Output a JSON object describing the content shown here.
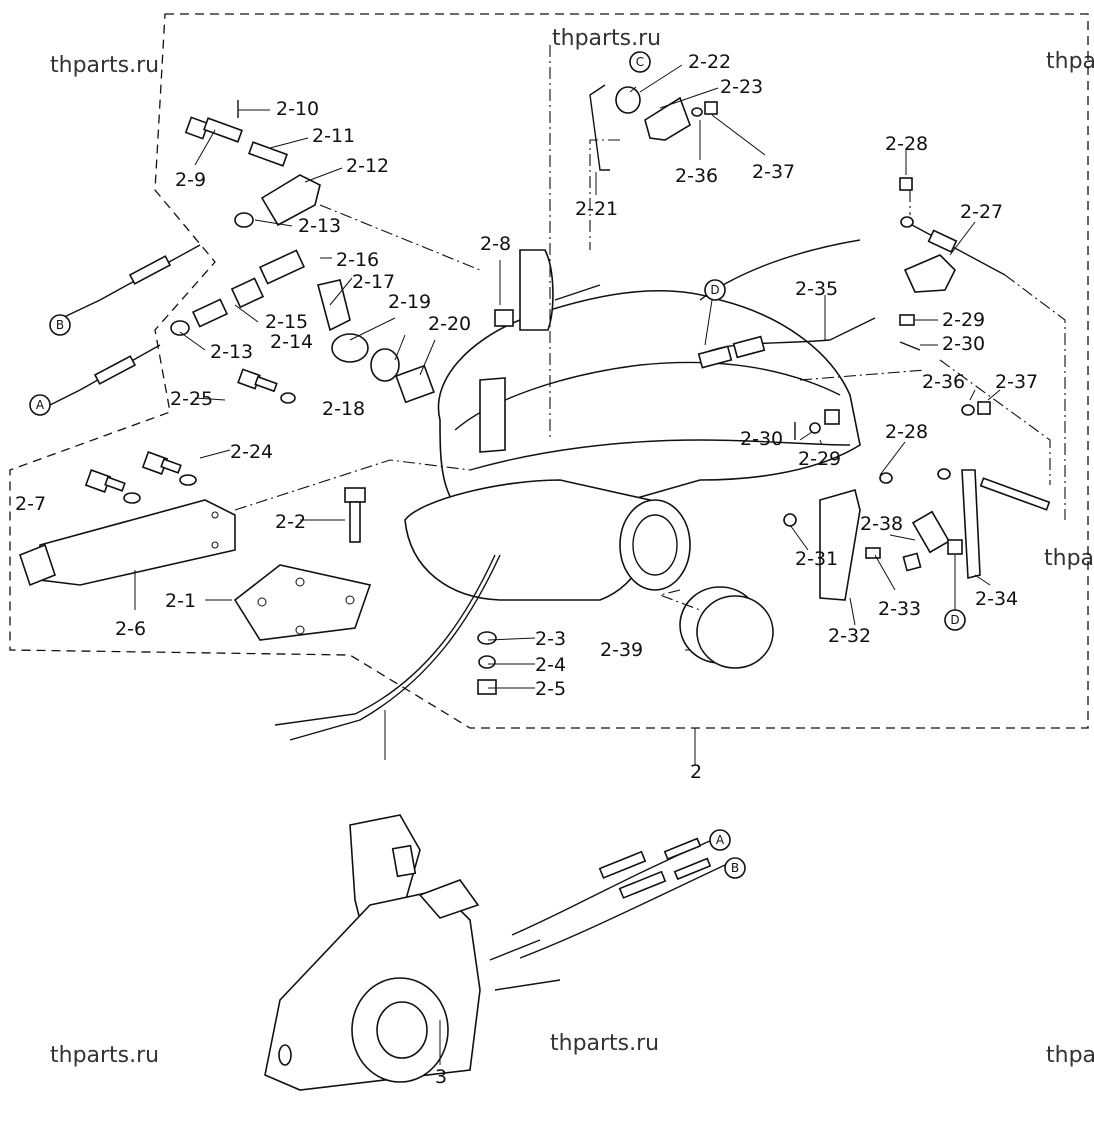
{
  "watermark": "thparts.ru",
  "callouts": {
    "c_2_1": "2-1",
    "c_2_2": "2-2",
    "c_2_3": "2-3",
    "c_2_4": "2-4",
    "c_2_5": "2-5",
    "c_2_6": "2-6",
    "c_2_7": "2-7",
    "c_2_8": "2-8",
    "c_2_9": "2-9",
    "c_2_10": "2-10",
    "c_2_11": "2-11",
    "c_2_12": "2-12",
    "c_2_13a": "2-13",
    "c_2_13b": "2-13",
    "c_2_14": "2-14",
    "c_2_15": "2-15",
    "c_2_16": "2-16",
    "c_2_17": "2-17",
    "c_2_18": "2-18",
    "c_2_19": "2-19",
    "c_2_20": "2-20",
    "c_2_21": "2-21",
    "c_2_22": "2-22",
    "c_2_23": "2-23",
    "c_2_24": "2-24",
    "c_2_25": "2-25",
    "c_2_27": "2-27",
    "c_2_28a": "2-28",
    "c_2_28b": "2-28",
    "c_2_29a": "2-29",
    "c_2_29b": "2-29",
    "c_2_30a": "2-30",
    "c_2_30b": "2-30",
    "c_2_31": "2-31",
    "c_2_32": "2-32",
    "c_2_33": "2-33",
    "c_2_34": "2-34",
    "c_2_35": "2-35",
    "c_2_36a": "2-36",
    "c_2_36b": "2-36",
    "c_2_37a": "2-37",
    "c_2_37b": "2-37",
    "c_2_38": "2-38",
    "c_2_39": "2-39",
    "c_2": "2",
    "c_3": "3"
  },
  "ref_markers": {
    "a": "A",
    "b": "B",
    "c": "C",
    "d": "D"
  }
}
